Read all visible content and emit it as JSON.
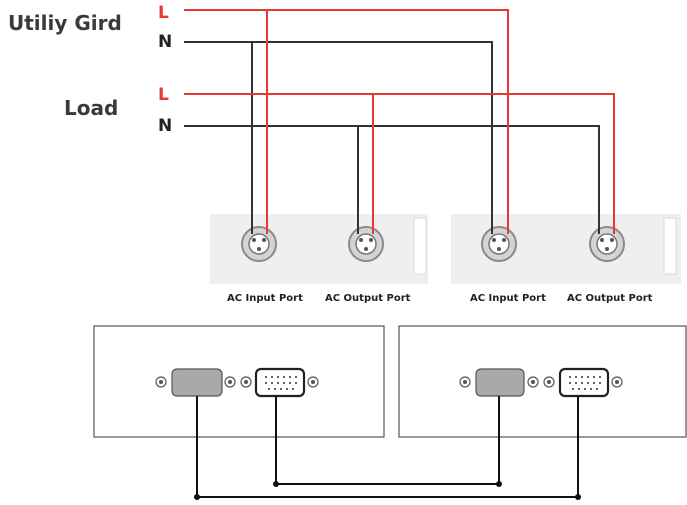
{
  "labels": {
    "utility_grid": "Utiliy Gird",
    "load": "Load",
    "grid_live": "L",
    "grid_neutral": "N",
    "load_live": "L",
    "load_neutral": "N"
  },
  "ports": [
    {
      "label": "AC Input Port"
    },
    {
      "label": "AC Output Port"
    },
    {
      "label": "AC Input Port"
    },
    {
      "label": "AC Output Port"
    }
  ],
  "colors": {
    "live_wire": "#e53935",
    "neutral_wire": "#333333",
    "live_text": "#e53935",
    "neutral_text": "#222222",
    "panel_bg": "#efefef",
    "port_icon": "#cfcfcf",
    "vga_male_fill": "#a9a9a9",
    "vga_female_fill": "#ffffff",
    "comm_wire": "#111111"
  }
}
